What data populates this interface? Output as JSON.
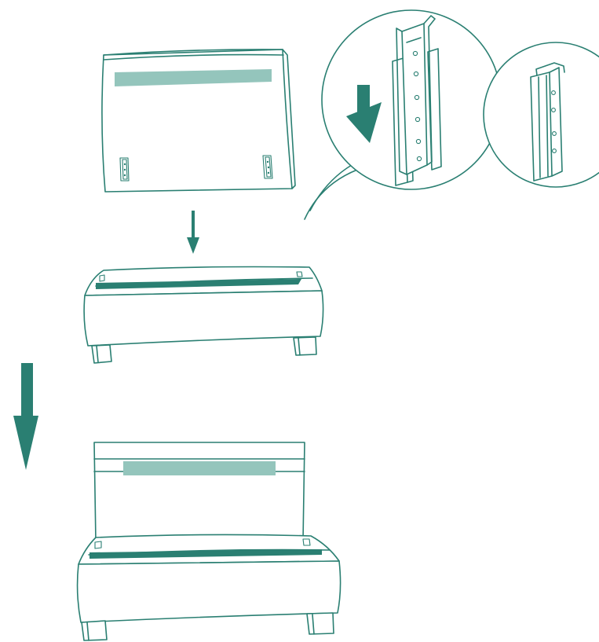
{
  "colors": {
    "line": "#2a7f72",
    "arrow": "#2a7f72",
    "strip_dark": "#2a7f72",
    "strip_light": "#94c5bc",
    "background": "#ffffff"
  },
  "steps": [
    {
      "id": "backrest-with-brackets"
    },
    {
      "id": "bracket-detail-insertion"
    },
    {
      "id": "bracket-detail-assembled"
    },
    {
      "id": "seat-base"
    },
    {
      "id": "assembled-bench"
    }
  ],
  "icons": [
    "arrow-down-icon",
    "arrow-down-large-icon",
    "arrow-down-detail-icon"
  ]
}
